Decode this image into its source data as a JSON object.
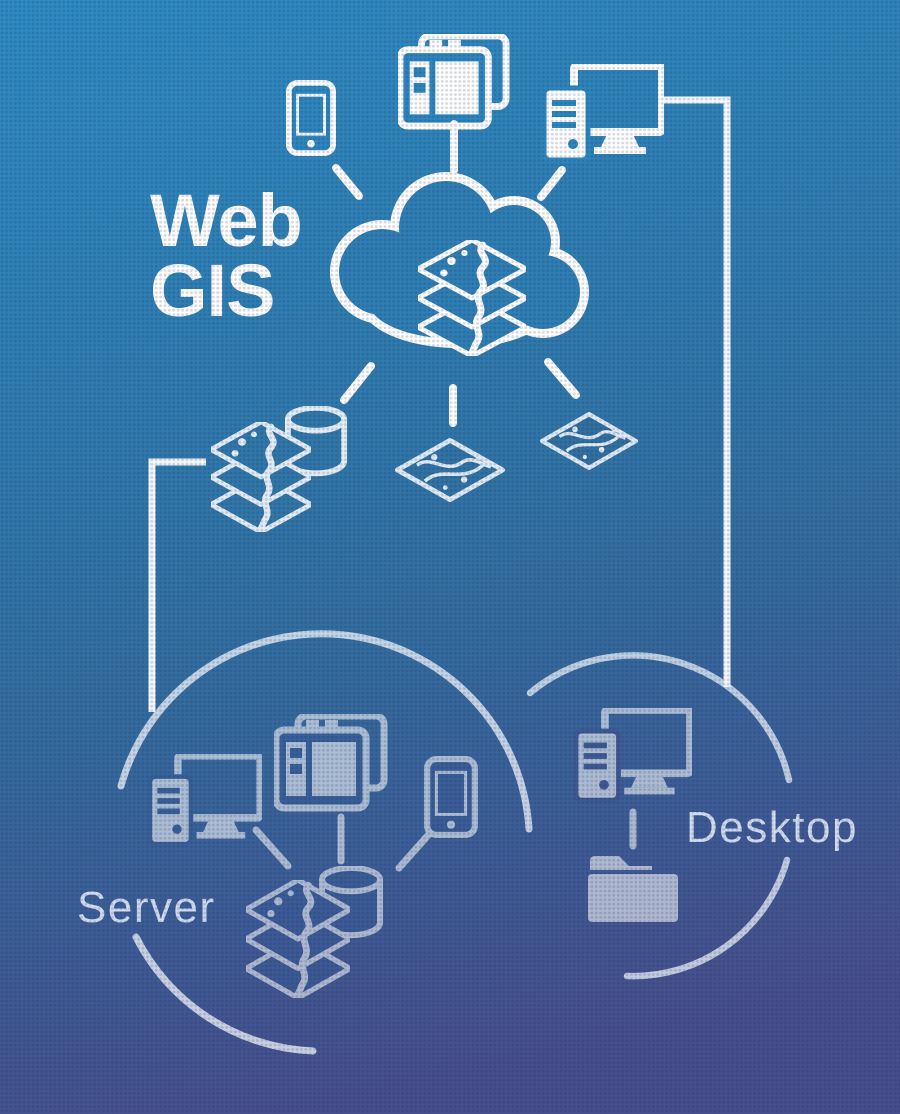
{
  "meta": {
    "type": "infographic-diagram",
    "topic": "Web GIS architecture"
  },
  "background": {
    "top_color": "#2e8cc4",
    "mid_color": "#2f77ab",
    "bottom_left_color": "#3f5c9a",
    "bottom_right_color": "#474f8b",
    "texture": "halftone-dots",
    "texture_dot_color": "#16224d"
  },
  "title": {
    "line1": "Web",
    "line2": "GIS",
    "color": "#ffffff"
  },
  "cloud": {
    "icon": "map-layers-stack",
    "stroke_color": "#ffffff",
    "connects_up": [
      "smartphone",
      "tablet-apps",
      "desktop-computer"
    ],
    "connects_down": [
      "map-layers-with-database",
      "map-tile",
      "map-tile"
    ]
  },
  "groups": [
    {
      "label": "Server",
      "shape": "open-circle",
      "icons": [
        "desktop-computer",
        "tablet-apps",
        "smartphone",
        "map-layers-stack",
        "database-cylinder"
      ]
    },
    {
      "label": "Desktop",
      "shape": "open-circle",
      "icons": [
        "desktop-computer",
        "folder"
      ]
    }
  ],
  "connector_color": "#ffffff"
}
